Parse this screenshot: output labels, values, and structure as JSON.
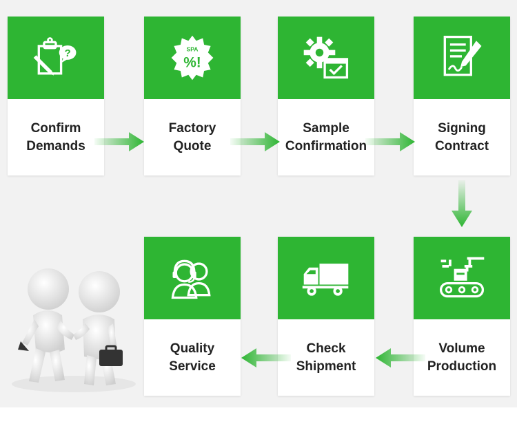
{
  "steps": [
    {
      "line1": "Confirm",
      "line2": "Demands",
      "icon": "clipboard-question-icon"
    },
    {
      "line1": "Factory",
      "line2": "Quote",
      "icon": "price-tag-badge-icon",
      "badge_text": "SPA",
      "badge_mark": "%!"
    },
    {
      "line1": "Sample",
      "line2": "Confirmation",
      "icon": "gear-check-icon"
    },
    {
      "line1": "Signing",
      "line2": "Contract",
      "icon": "contract-pen-icon"
    },
    {
      "line1": "Volume",
      "line2": "Production",
      "icon": "conveyor-robot-icon"
    },
    {
      "line1": "Check",
      "line2": "Shipment",
      "icon": "delivery-truck-icon"
    },
    {
      "line1": "Quality",
      "line2": "Service",
      "icon": "support-agents-icon"
    }
  ],
  "colors": {
    "card_head": "#2eb533",
    "arrow_gradient": [
      "#e8f7e8",
      "#2eb533"
    ],
    "panel_bg": "#f2f2f2",
    "text": "#222222"
  },
  "illustration": "two-figures-handshake"
}
